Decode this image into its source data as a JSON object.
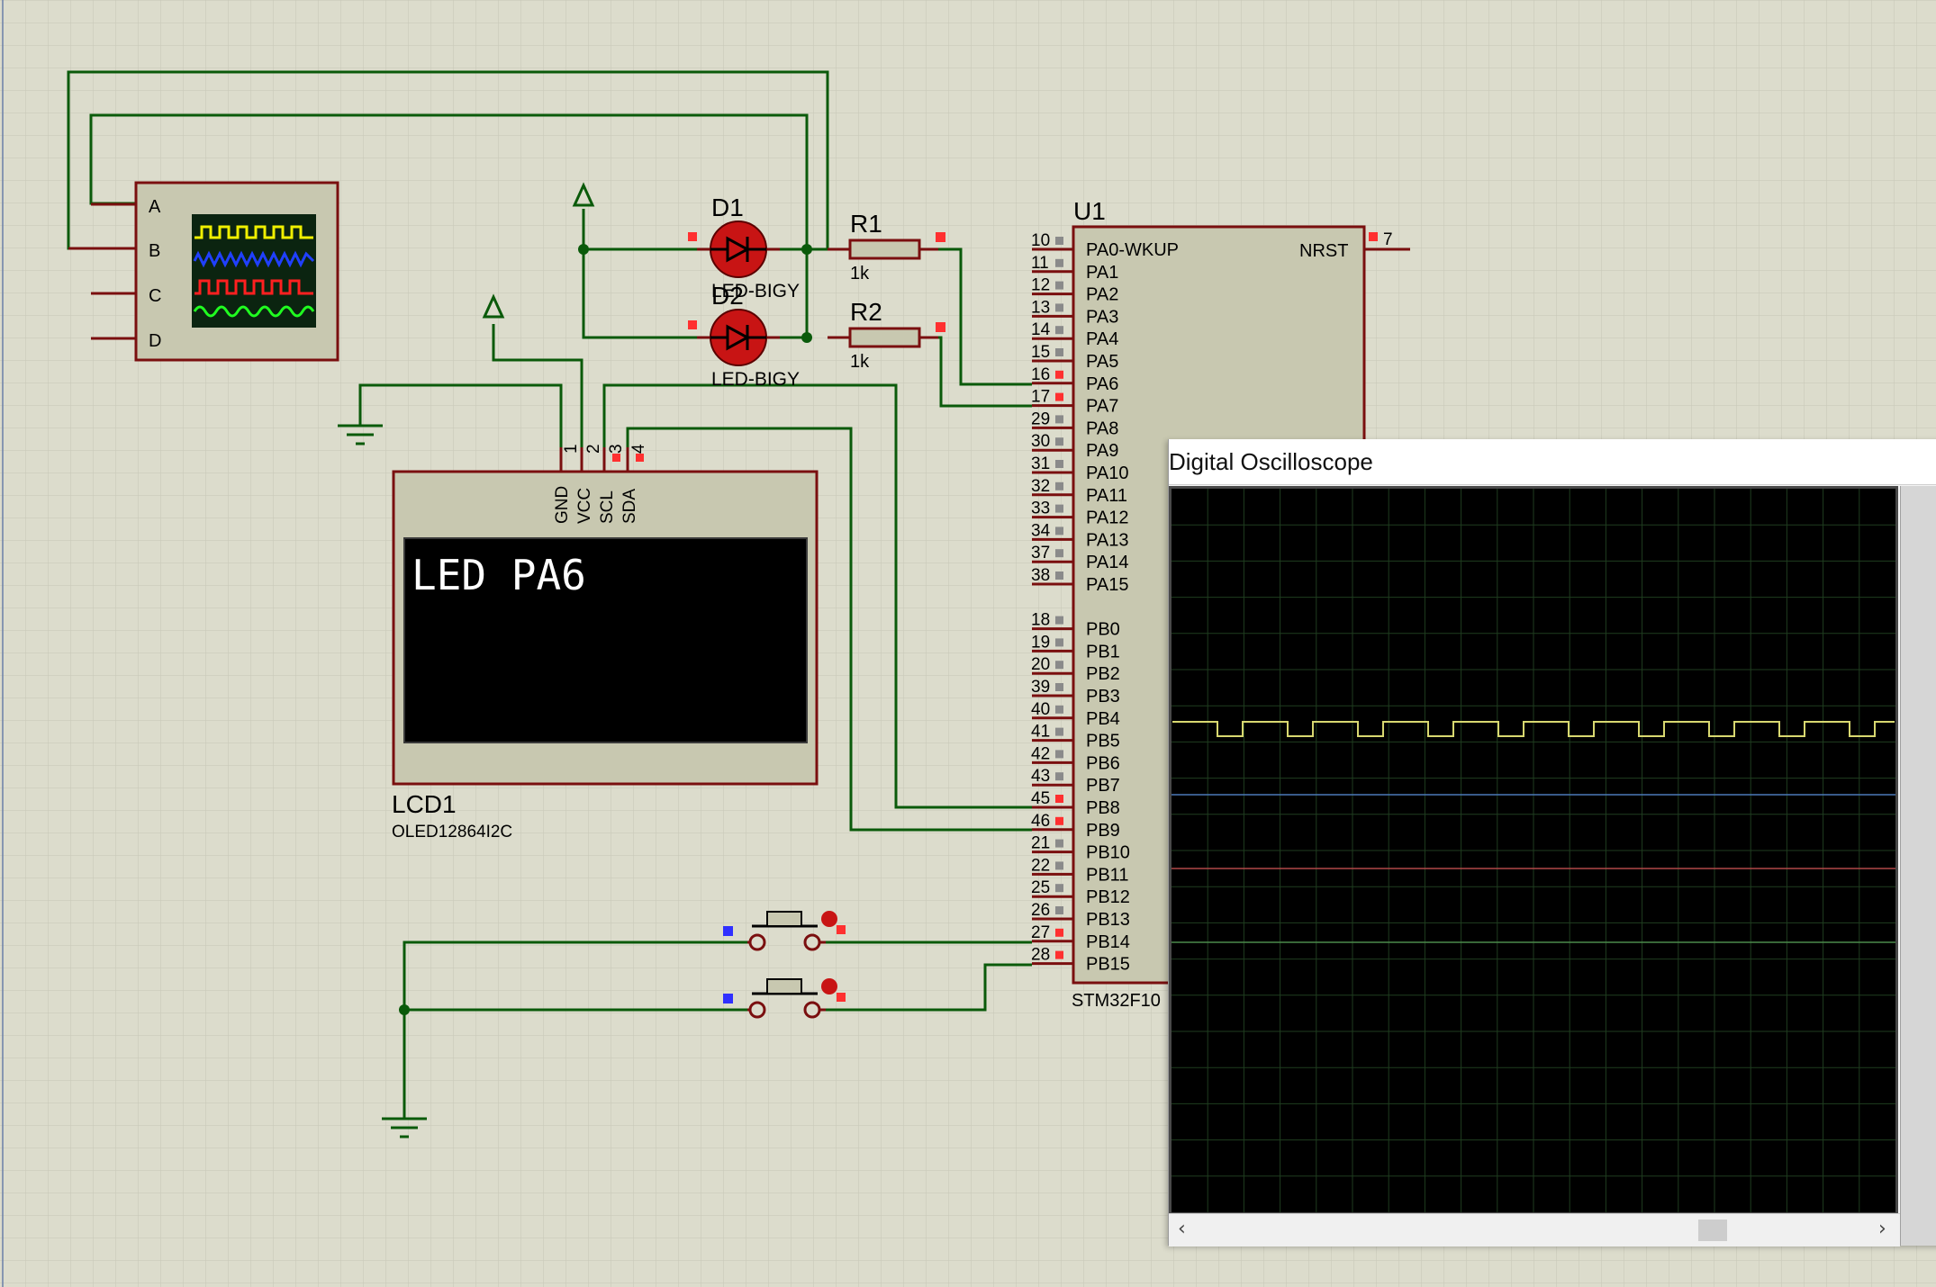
{
  "scope_component": {
    "channels": [
      "A",
      "B",
      "C",
      "D"
    ]
  },
  "diodes": [
    {
      "ref": "D1",
      "value": "LED-BIGY"
    },
    {
      "ref": "D2",
      "value": "LED-BIGY"
    }
  ],
  "resistors": [
    {
      "ref": "R1",
      "value": "1k"
    },
    {
      "ref": "R2",
      "value": "1k"
    }
  ],
  "mcu": {
    "ref": "U1",
    "part": "STM32F10",
    "reset_pin": {
      "name": "NRST",
      "num": "7"
    },
    "left_pins": [
      {
        "num": "10",
        "name": "PA0-WKUP"
      },
      {
        "num": "11",
        "name": "PA1"
      },
      {
        "num": "12",
        "name": "PA2"
      },
      {
        "num": "13",
        "name": "PA3"
      },
      {
        "num": "14",
        "name": "PA4"
      },
      {
        "num": "15",
        "name": "PA5"
      },
      {
        "num": "16",
        "name": "PA6"
      },
      {
        "num": "17",
        "name": "PA7"
      },
      {
        "num": "29",
        "name": "PA8"
      },
      {
        "num": "30",
        "name": "PA9"
      },
      {
        "num": "31",
        "name": "PA10"
      },
      {
        "num": "32",
        "name": "PA11"
      },
      {
        "num": "33",
        "name": "PA12"
      },
      {
        "num": "34",
        "name": "PA13"
      },
      {
        "num": "37",
        "name": "PA14"
      },
      {
        "num": "38",
        "name": "PA15"
      },
      {
        "num": "18",
        "name": "PB0"
      },
      {
        "num": "19",
        "name": "PB1"
      },
      {
        "num": "20",
        "name": "PB2"
      },
      {
        "num": "39",
        "name": "PB3"
      },
      {
        "num": "40",
        "name": "PB4"
      },
      {
        "num": "41",
        "name": "PB5"
      },
      {
        "num": "42",
        "name": "PB6"
      },
      {
        "num": "43",
        "name": "PB7"
      },
      {
        "num": "45",
        "name": "PB8"
      },
      {
        "num": "46",
        "name": "PB9"
      },
      {
        "num": "21",
        "name": "PB10"
      },
      {
        "num": "22",
        "name": "PB11"
      },
      {
        "num": "25",
        "name": "PB12"
      },
      {
        "num": "26",
        "name": "PB13"
      },
      {
        "num": "27",
        "name": "PB14"
      },
      {
        "num": "28",
        "name": "PB15"
      }
    ]
  },
  "lcd": {
    "ref": "LCD1",
    "part": "OLED12864I2C",
    "pins": [
      {
        "num": "1",
        "name": "GND"
      },
      {
        "num": "2",
        "name": "VCC"
      },
      {
        "num": "3",
        "name": "SCL"
      },
      {
        "num": "4",
        "name": "SDA"
      }
    ],
    "screen_text": "LED PA6"
  },
  "oscilloscope_window": {
    "title": "Digital Oscilloscope",
    "scroll_left": "‹",
    "scroll_right": "›",
    "colors": {
      "channel_a": "#d8d870",
      "channel_b": "#4a78b8",
      "channel_c": "#b04848",
      "channel_d": "#4a8a4a",
      "grid": "#1f3d1f",
      "screen_bg": "#000000"
    }
  },
  "colors": {
    "background": "#dcdccc",
    "wire": "#0a5a0a",
    "component_outline": "#7a0f0f",
    "component_fill": "#c8c8b0"
  }
}
